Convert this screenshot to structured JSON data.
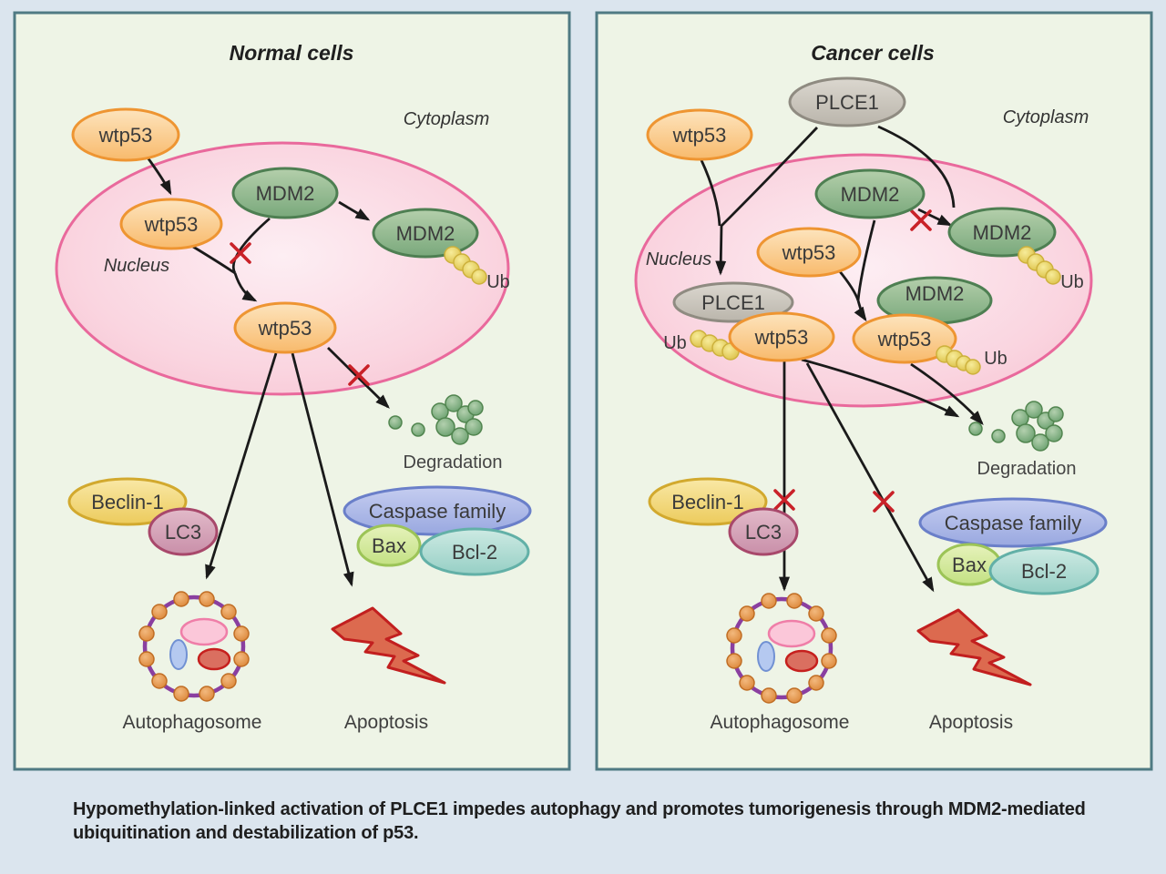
{
  "figure": {
    "caption_line1": "Hypomethylation-linked activation of PLCE1 impedes autophagy and promotes tumorigenesis through MDM2-mediated",
    "caption_line2": "ubiquitination and destabilization of p53."
  },
  "left": {
    "title": "Normal cells",
    "cytoplasm": "Cytoplasm",
    "nucleus": "Nucleus",
    "wtp53_cytoplasm": "wtp53",
    "wtp53_nucleus_upper": "wtp53",
    "wtp53_nucleus_lower": "wtp53",
    "mdm2_free": "MDM2",
    "mdm2_ubiquitinated": "MDM2",
    "ub": "Ub",
    "degradation": "Degradation",
    "beclin1": "Beclin-1",
    "lc3": "LC3",
    "caspase_family": "Caspase family",
    "bax": "Bax",
    "bcl2": "Bcl-2",
    "autophagosome": "Autophagosome",
    "apoptosis": "Apoptosis"
  },
  "right": {
    "title": "Cancer cells",
    "cytoplasm": "Cytoplasm",
    "nucleus": "Nucleus",
    "plce1_cytoplasm": "PLCE1",
    "plce1_nucleus": "PLCE1",
    "wtp53_cytoplasm": "wtp53",
    "wtp53_nucleus_mid": "wtp53",
    "wtp53_ub_left": "wtp53",
    "wtp53_ub_right": "wtp53",
    "mdm2_top": "MDM2",
    "mdm2_ubiquitinated": "MDM2",
    "mdm2_lower": "MDM2",
    "ub_top_right": "Ub",
    "ub_left": "Ub",
    "ub_lower_right": "Ub",
    "degradation": "Degradation",
    "beclin1": "Beclin-1",
    "lc3": "LC3",
    "caspase_family": "Caspase family",
    "bax": "Bax",
    "bcl2": "Bcl-2",
    "autophagosome": "Autophagosome",
    "apoptosis": "Apoptosis"
  },
  "palette": {
    "page_bg": "#dbe5ee",
    "panel_bg": "#eef4e6",
    "panel_border": "#4f7a83",
    "nucleus_fill": "#fad5e0",
    "nucleus_border": "#e9699c",
    "p53_orange_fill": "#f9bd72",
    "p53_orange_border": "#ee9532",
    "mdm2_green_fill": "#7fae80",
    "mdm2_green_border": "#4e7f52",
    "plce1_gray_fill": "#c6c1b8",
    "plce1_gray_border": "#8f8b81",
    "ub_yellow": "#e3c94d",
    "caspase_blue_fill": "#a9b6e8",
    "caspase_blue_border": "#6a7fc9",
    "bax_green_fill": "#d3e89b",
    "bax_green_border": "#9cc457",
    "bcl2_teal_fill": "#a8dcd2",
    "bcl2_teal_border": "#62b0a7",
    "beclin_yellow_fill": "#f2d878",
    "beclin_yellow_border": "#d2a92e",
    "lc3_mauve_fill": "#d5a4ba",
    "lc3_mauve_border": "#a8486b",
    "ring_purple": "#8a3fa0",
    "bead_orange": "#e6924a",
    "degradation_dot_green": "#6ba06f",
    "bolt_fill": "#dc6a4f",
    "bolt_border": "#c21f1f",
    "inhibition_x_red": "#c92128",
    "arrow_black": "#1a1a1a",
    "text_dark": "#3a3a3a"
  }
}
